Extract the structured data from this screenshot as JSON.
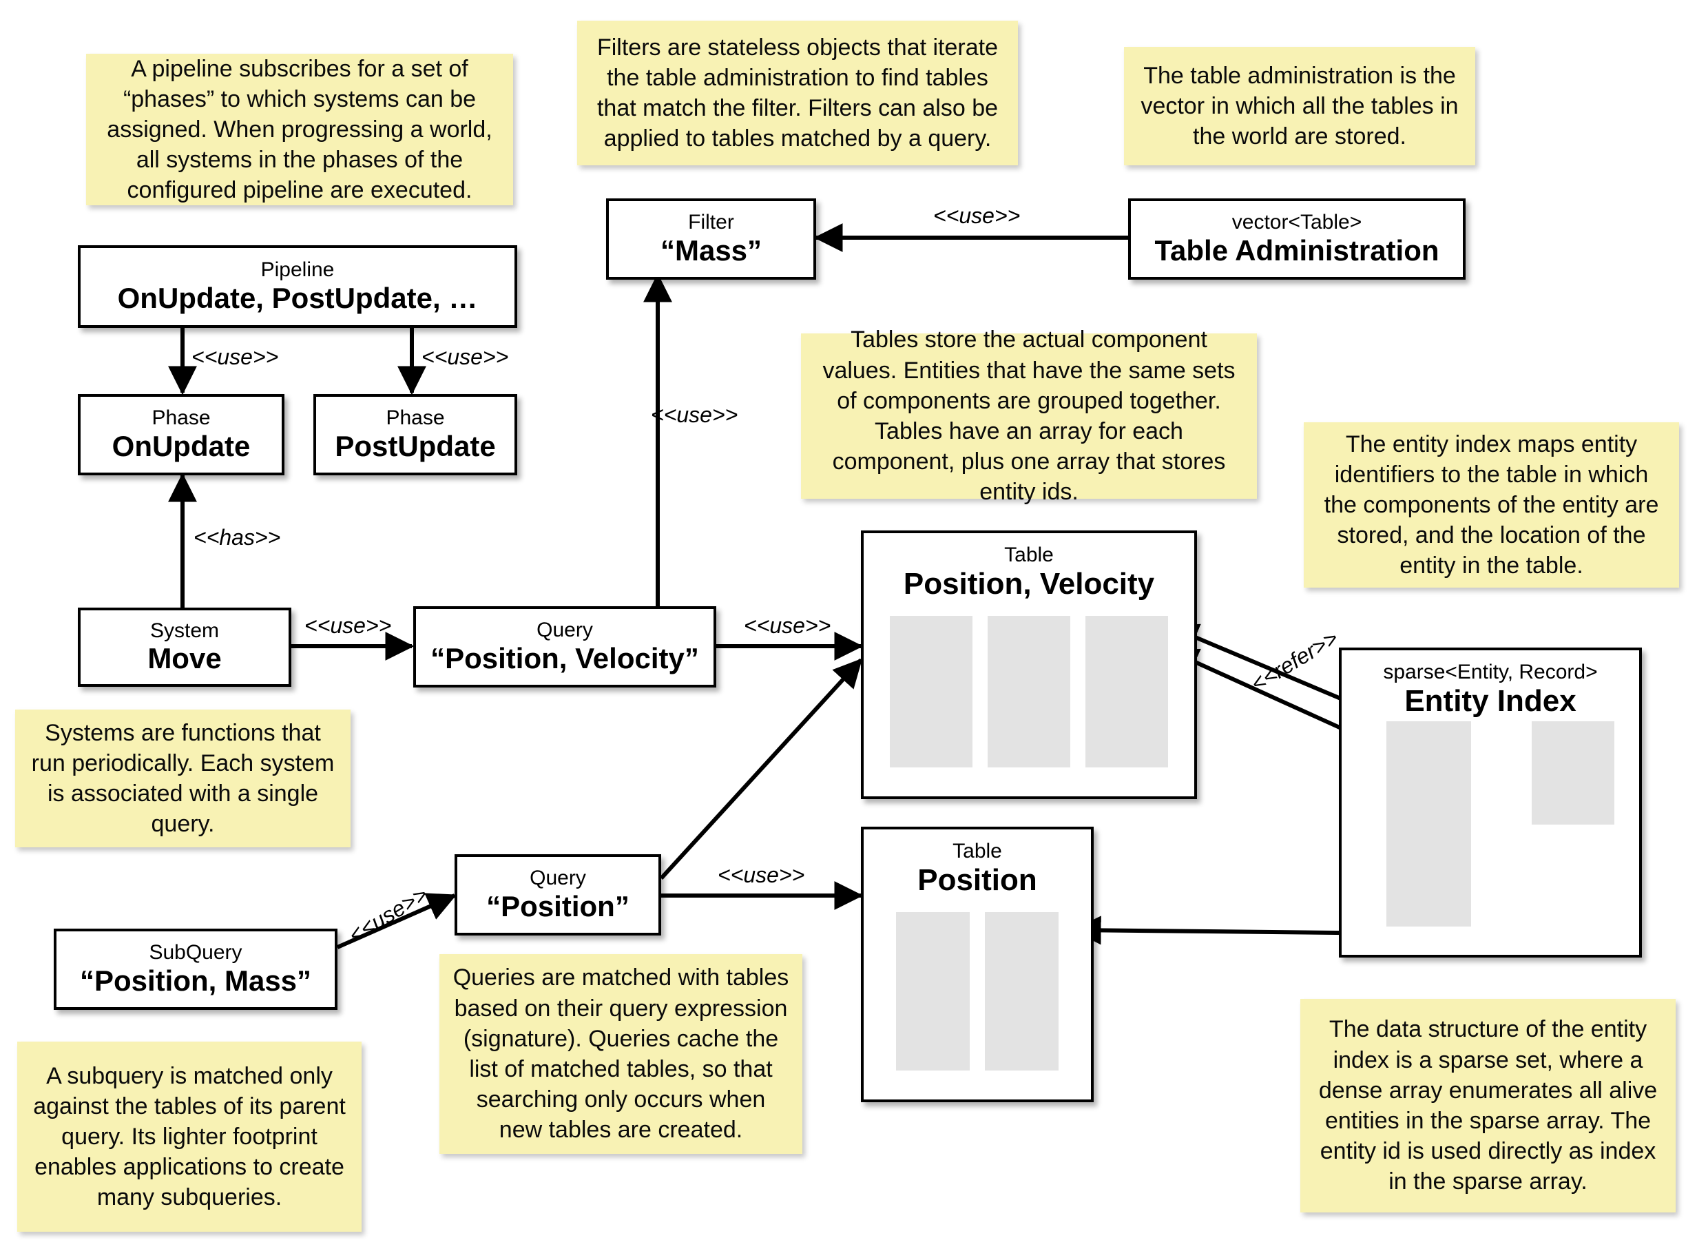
{
  "diagram": {
    "title": "ECS architecture overview",
    "accent_note_color": "#f8f2b4",
    "box_border_color": "#000000",
    "column_fill_color": "#e3e3e3"
  },
  "notes": [
    {
      "id": "note-pipeline",
      "text": "A pipeline subscribes for a set of “phases” to which systems can be assigned. When progressing a world, all systems in the phases of the configured pipeline are executed."
    },
    {
      "id": "note-filter",
      "text": "Filters are stateless objects that iterate the table administration to find tables that match the filter. Filters can also be applied to tables matched by a query."
    },
    {
      "id": "note-table-admin",
      "text": "The table administration is the vector in which all the tables in the world are stored."
    },
    {
      "id": "note-tables",
      "text": "Tables store the actual component values. Entities that have the same sets of components are grouped together. Tables have an array for each component, plus one array that stores entity ids."
    },
    {
      "id": "note-entity-index",
      "text": "The entity index maps entity identifiers to the table in which the components of the entity are stored, and the location of the entity in the table."
    },
    {
      "id": "note-systems",
      "text": "Systems are functions that run periodically. Each system is associated with a single query."
    },
    {
      "id": "note-queries",
      "text": "Queries are matched with tables based on their query expression (signature). Queries cache the list of matched tables, so that searching only occurs when new tables are created."
    },
    {
      "id": "note-subquery",
      "text": "A subquery is matched only against the tables of its parent query. Its lighter footprint enables applications to create many subqueries."
    },
    {
      "id": "note-sparse",
      "text": "The data structure of the entity index is a sparse set, where a dense array enumerates all alive entities in the sparse array. The entity id is used directly as index in the sparse array."
    }
  ],
  "boxes": {
    "pipeline": {
      "stereotype": "Pipeline",
      "name": "OnUpdate, PostUpdate, …"
    },
    "phase_onupdate": {
      "stereotype": "Phase",
      "name": "OnUpdate"
    },
    "phase_postupdate": {
      "stereotype": "Phase",
      "name": "PostUpdate"
    },
    "system_move": {
      "stereotype": "System",
      "name": "Move"
    },
    "filter_mass": {
      "stereotype": "Filter",
      "name": "“Mass”"
    },
    "table_admin": {
      "stereotype": "vector<Table>",
      "name": "Table Administration"
    },
    "query_pv": {
      "stereotype": "Query",
      "name": "“Position, Velocity”"
    },
    "query_p": {
      "stereotype": "Query",
      "name": "“Position”"
    },
    "subquery_pm": {
      "stereotype": "SubQuery",
      "name": "“Position, Mass”"
    },
    "table_pv": {
      "stereotype": "Table",
      "name": "Position, Velocity",
      "columns": 3
    },
    "table_p": {
      "stereotype": "Table",
      "name": "Position",
      "columns": 2
    },
    "entity_index": {
      "stereotype": "sparse<Entity, Record>",
      "name": "Entity Index"
    }
  },
  "edge_labels": {
    "pipeline_to_onupdate": "<<use>>",
    "pipeline_to_postupdate": "<<use>>",
    "system_has_phase": "<<has>>",
    "system_uses_query": "<<use>>",
    "query_uses_filter": "<<use>>",
    "tableadmin_uses_filter": "<<use>>",
    "query_pv_uses_table": "<<use>>",
    "query_p_uses_table": "<<use>>",
    "subquery_uses_query": "<<use>>",
    "entity_index_refer": "<<refer>>"
  }
}
